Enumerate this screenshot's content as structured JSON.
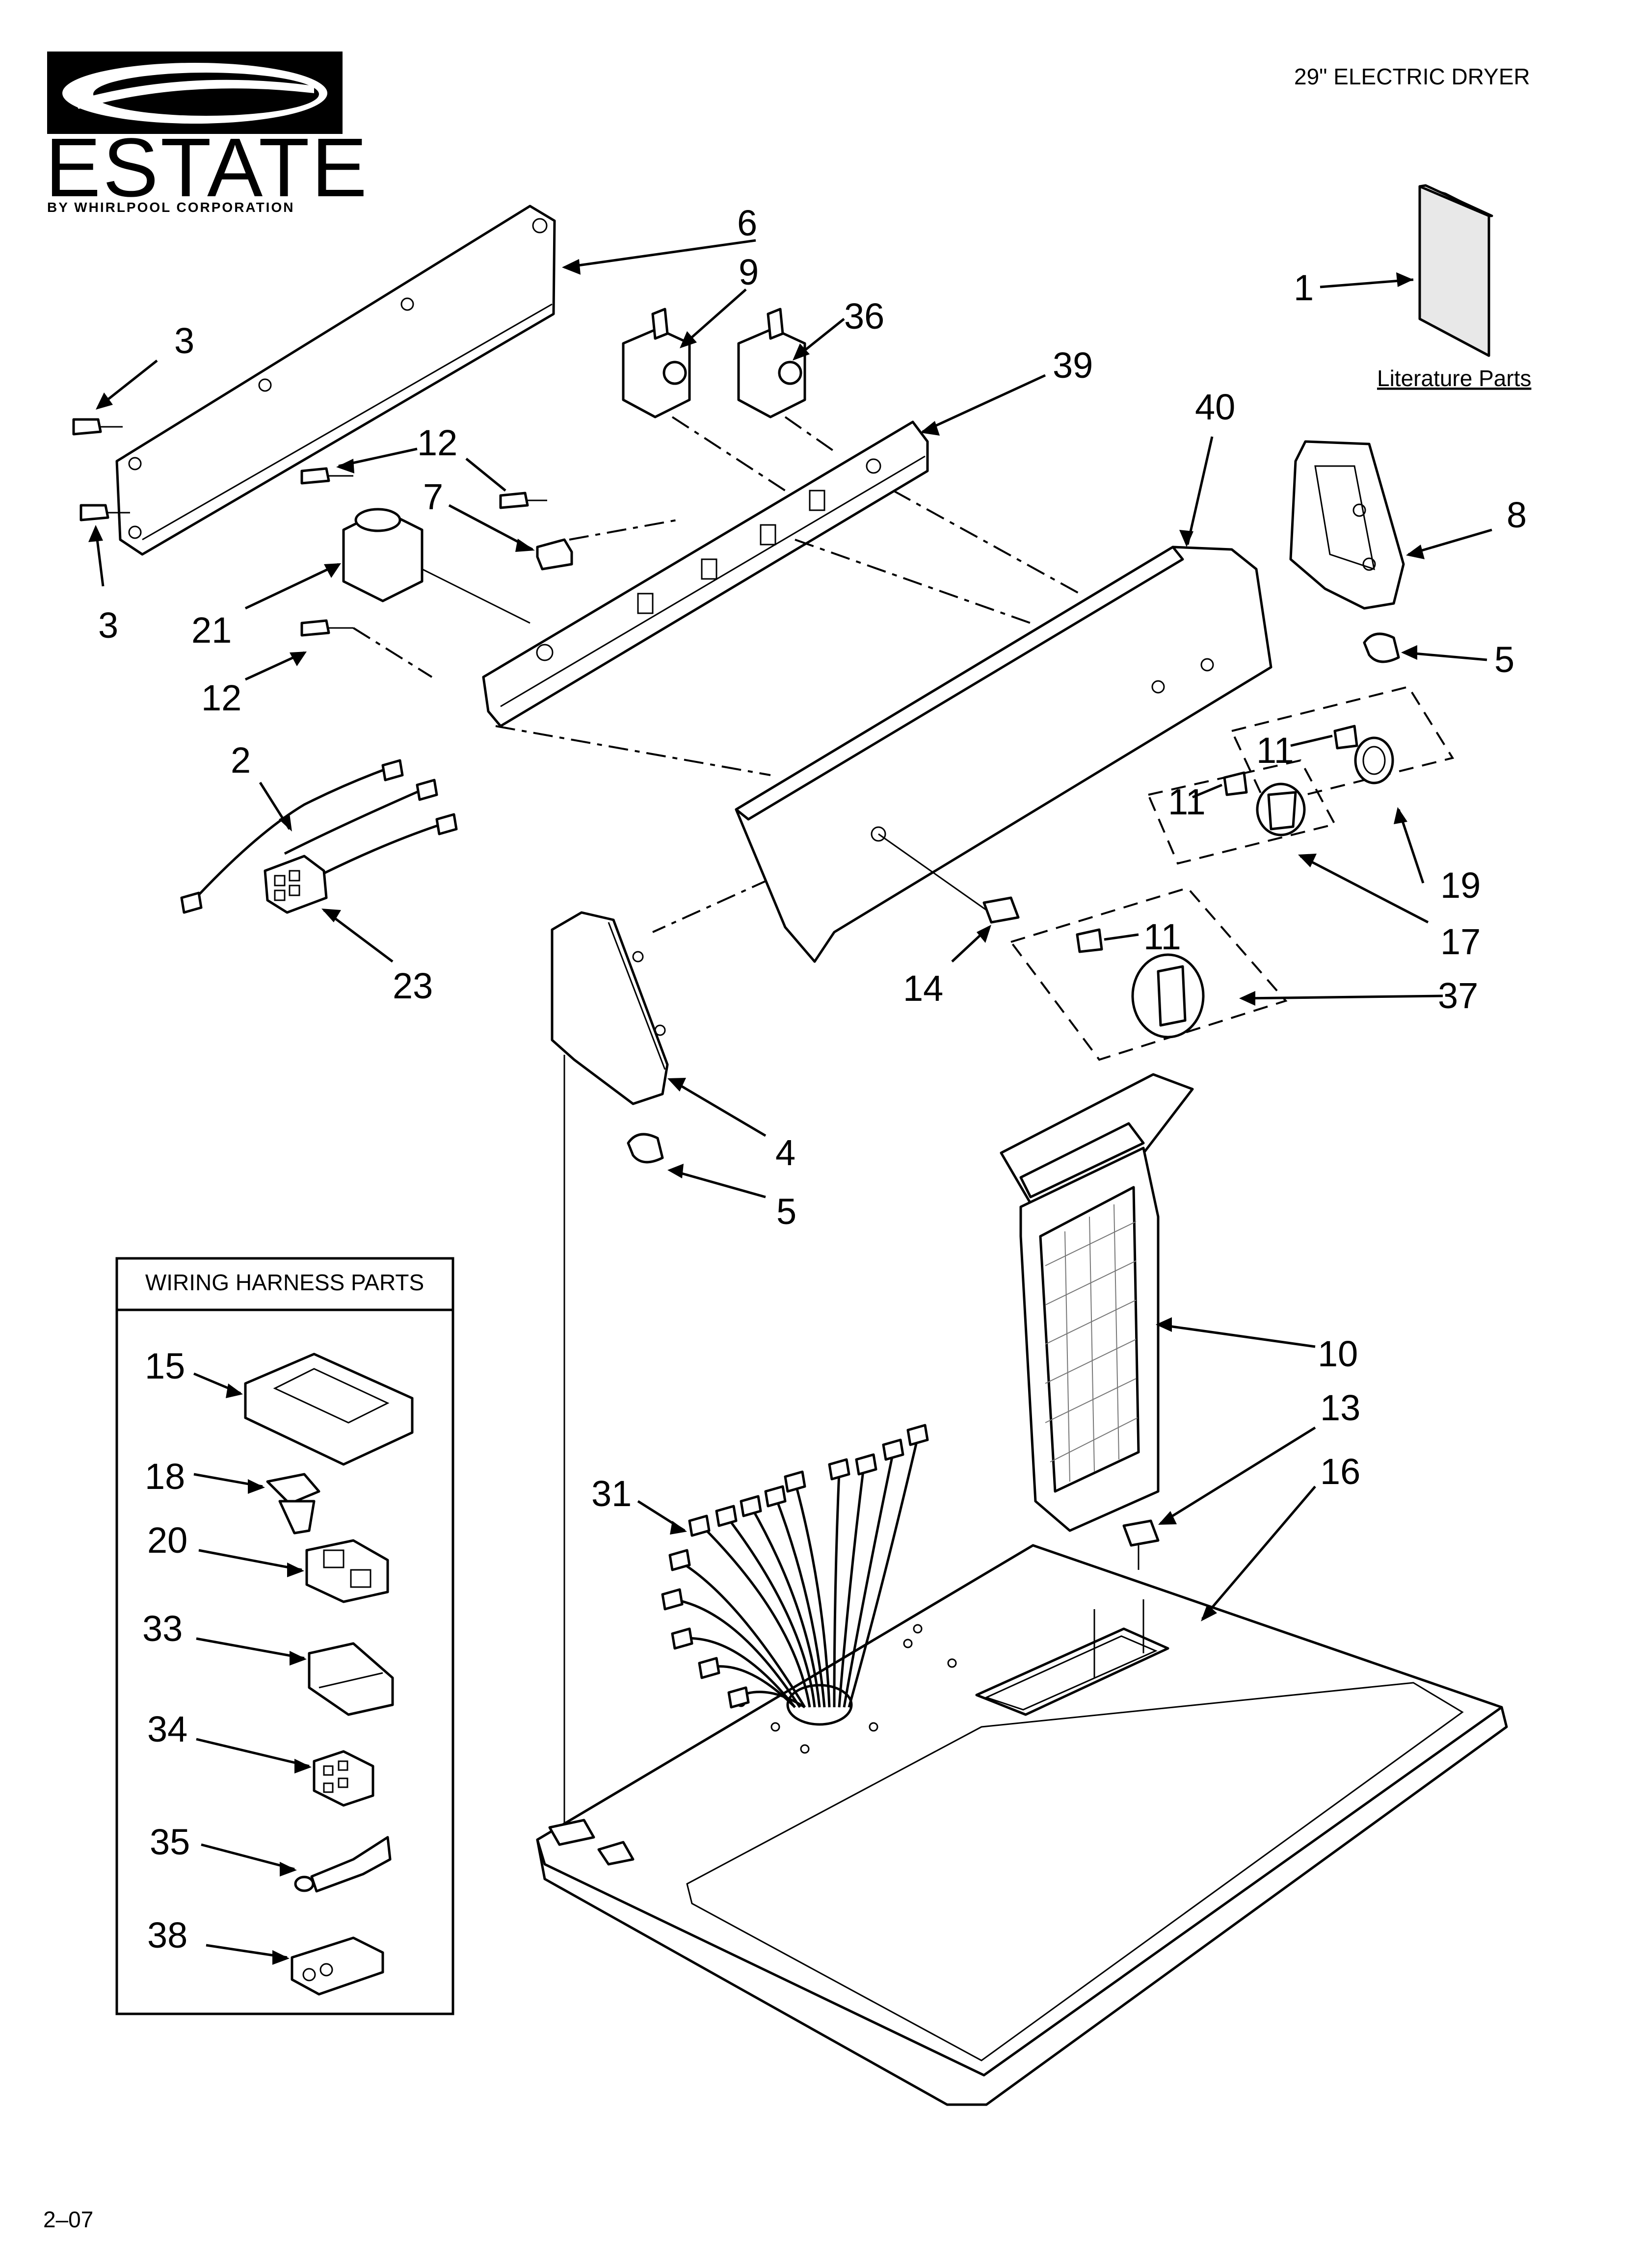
{
  "header": {
    "brand": "ESTATE",
    "brand_sub": "BY WHIRLPOOL CORPORATION",
    "model_title": "29\" ELECTRIC DRYER"
  },
  "literature": {
    "label": "Literature Parts"
  },
  "wiring_box": {
    "title": "WIRING HARNESS PARTS"
  },
  "callouts": {
    "c1": "1",
    "c2": "2",
    "c3a": "3",
    "c3b": "3",
    "c4": "4",
    "c5a": "5",
    "c5b": "5",
    "c6": "6",
    "c7": "7",
    "c8": "8",
    "c9": "9",
    "c10": "10",
    "c11a": "11",
    "c11b": "11",
    "c11c": "11",
    "c12a": "12",
    "c12b": "12",
    "c13": "13",
    "c14": "14",
    "c15": "15",
    "c16": "16",
    "c17": "17",
    "c18": "18",
    "c19": "19",
    "c20": "20",
    "c21": "21",
    "c23": "23",
    "c31": "31",
    "c33": "33",
    "c34": "34",
    "c35": "35",
    "c36": "36",
    "c37": "37",
    "c38": "38",
    "c39": "39",
    "c40": "40"
  },
  "footer": {
    "page_code": "2–07"
  }
}
